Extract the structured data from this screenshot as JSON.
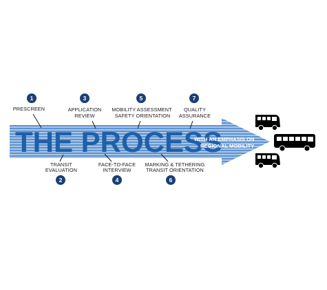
{
  "title": "THE PROCESS",
  "subtitle_line1": "WITH AN EMPHASIS ON",
  "subtitle_line2": "REGIONAL MOBILITY",
  "colors": {
    "primary": "#1f5fa8",
    "navy": "#1b3f75",
    "stripe_light": "#a9c6e6",
    "stripe_dark": "#5f93cf",
    "vehicle": "#000000"
  },
  "steps": [
    {
      "number": "1",
      "lines": [
        "PRESCREEN"
      ]
    },
    {
      "number": "2",
      "lines": [
        "TRANSIT",
        "EVALUATION"
      ]
    },
    {
      "number": "3",
      "lines": [
        "APPLICATION",
        "REVIEW"
      ]
    },
    {
      "number": "4",
      "lines": [
        "FACE-TO-FACE",
        "INTERVIEW"
      ]
    },
    {
      "number": "5",
      "lines": [
        "MOBILITY ASSESSMENT",
        "SAFETY ORIENTATION"
      ]
    },
    {
      "number": "6",
      "lines": [
        "MARKING & TETHERING",
        "TRANSIT ORIENTATION"
      ]
    },
    {
      "number": "7",
      "lines": [
        "QUALITY",
        "ASSURANCE"
      ]
    }
  ],
  "vehicles": [
    "van-icon",
    "bus-icon",
    "van-icon"
  ]
}
